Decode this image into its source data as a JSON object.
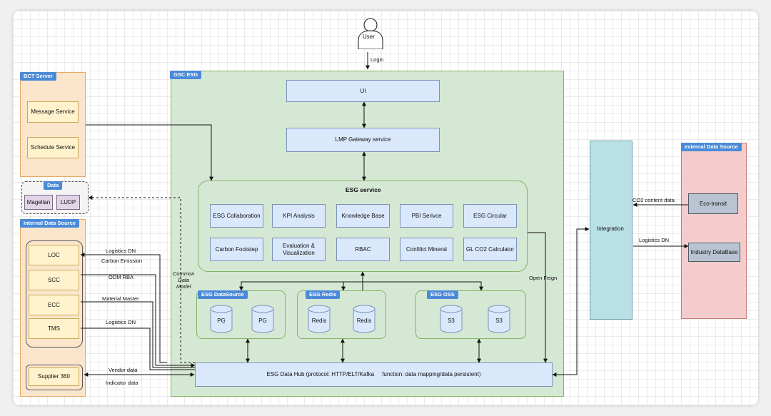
{
  "user": {
    "label": "User",
    "login_label": "Login"
  },
  "gsc": {
    "tab": "GSC ESG",
    "ui": "UI",
    "gateway": "LMP Gateway service",
    "esg_service": {
      "title": "ESG service",
      "row1": [
        "ESG Collaboration",
        "KPI Analysis",
        "Knowledge Base",
        "PBI Serivce",
        "ESG Circular"
      ],
      "row2": [
        "Carbon Footstep",
        "Evaluation & Visualization",
        "RBAC",
        "Confilict Mineral",
        "GL CO2 Calculator"
      ]
    },
    "datasource": {
      "tab": "ESG DataSource",
      "items": [
        "PG",
        "PG"
      ]
    },
    "redis": {
      "tab": "ESG Redis",
      "items": [
        "Redis",
        "Redis"
      ]
    },
    "oss": {
      "tab": "ESG OSS",
      "items": [
        "S3",
        "S3"
      ]
    },
    "data_hub": "ESG Data Hub (protocol: HTTP/ELT/Kafka     function: data mapping/data persistent)",
    "common_data_model": "Common\nData\nModel",
    "open_feign": "Open Feign"
  },
  "bct": {
    "tab": "BCT Server",
    "items": [
      "Message Service",
      "Schedule Service"
    ]
  },
  "data": {
    "tab": "Data",
    "items": [
      "Magellan",
      "LUDP"
    ]
  },
  "internal": {
    "tab": "Internal Data Source",
    "items": [
      "LOC",
      "SCC",
      "ECC",
      "TMS"
    ],
    "supplier": "Supplier 360"
  },
  "flows": {
    "logistics_dn_1": "Logistics DN",
    "carbon_emission": "Carbon Emission",
    "odm_rba": "ODM RBA",
    "material_master": "Material Master",
    "logistics_dn_2": "Logistics DN",
    "vendor_data": "Vendor data",
    "indicator_data": "Indicator data",
    "co2_content": "CO2 content data",
    "logistics_dn_ext": "Logistics DN"
  },
  "integration": {
    "label": "Integration"
  },
  "external": {
    "tab": "external Data Source",
    "items": [
      "Eco-transit",
      "Industry DataBase"
    ]
  },
  "colors": {
    "tab_blue": "#4a8ad8",
    "green_container": "#d5e8d4",
    "orange_container": "#fbe6cc",
    "red_container": "#f4cccc",
    "teal_integration": "#b9e0e6"
  }
}
